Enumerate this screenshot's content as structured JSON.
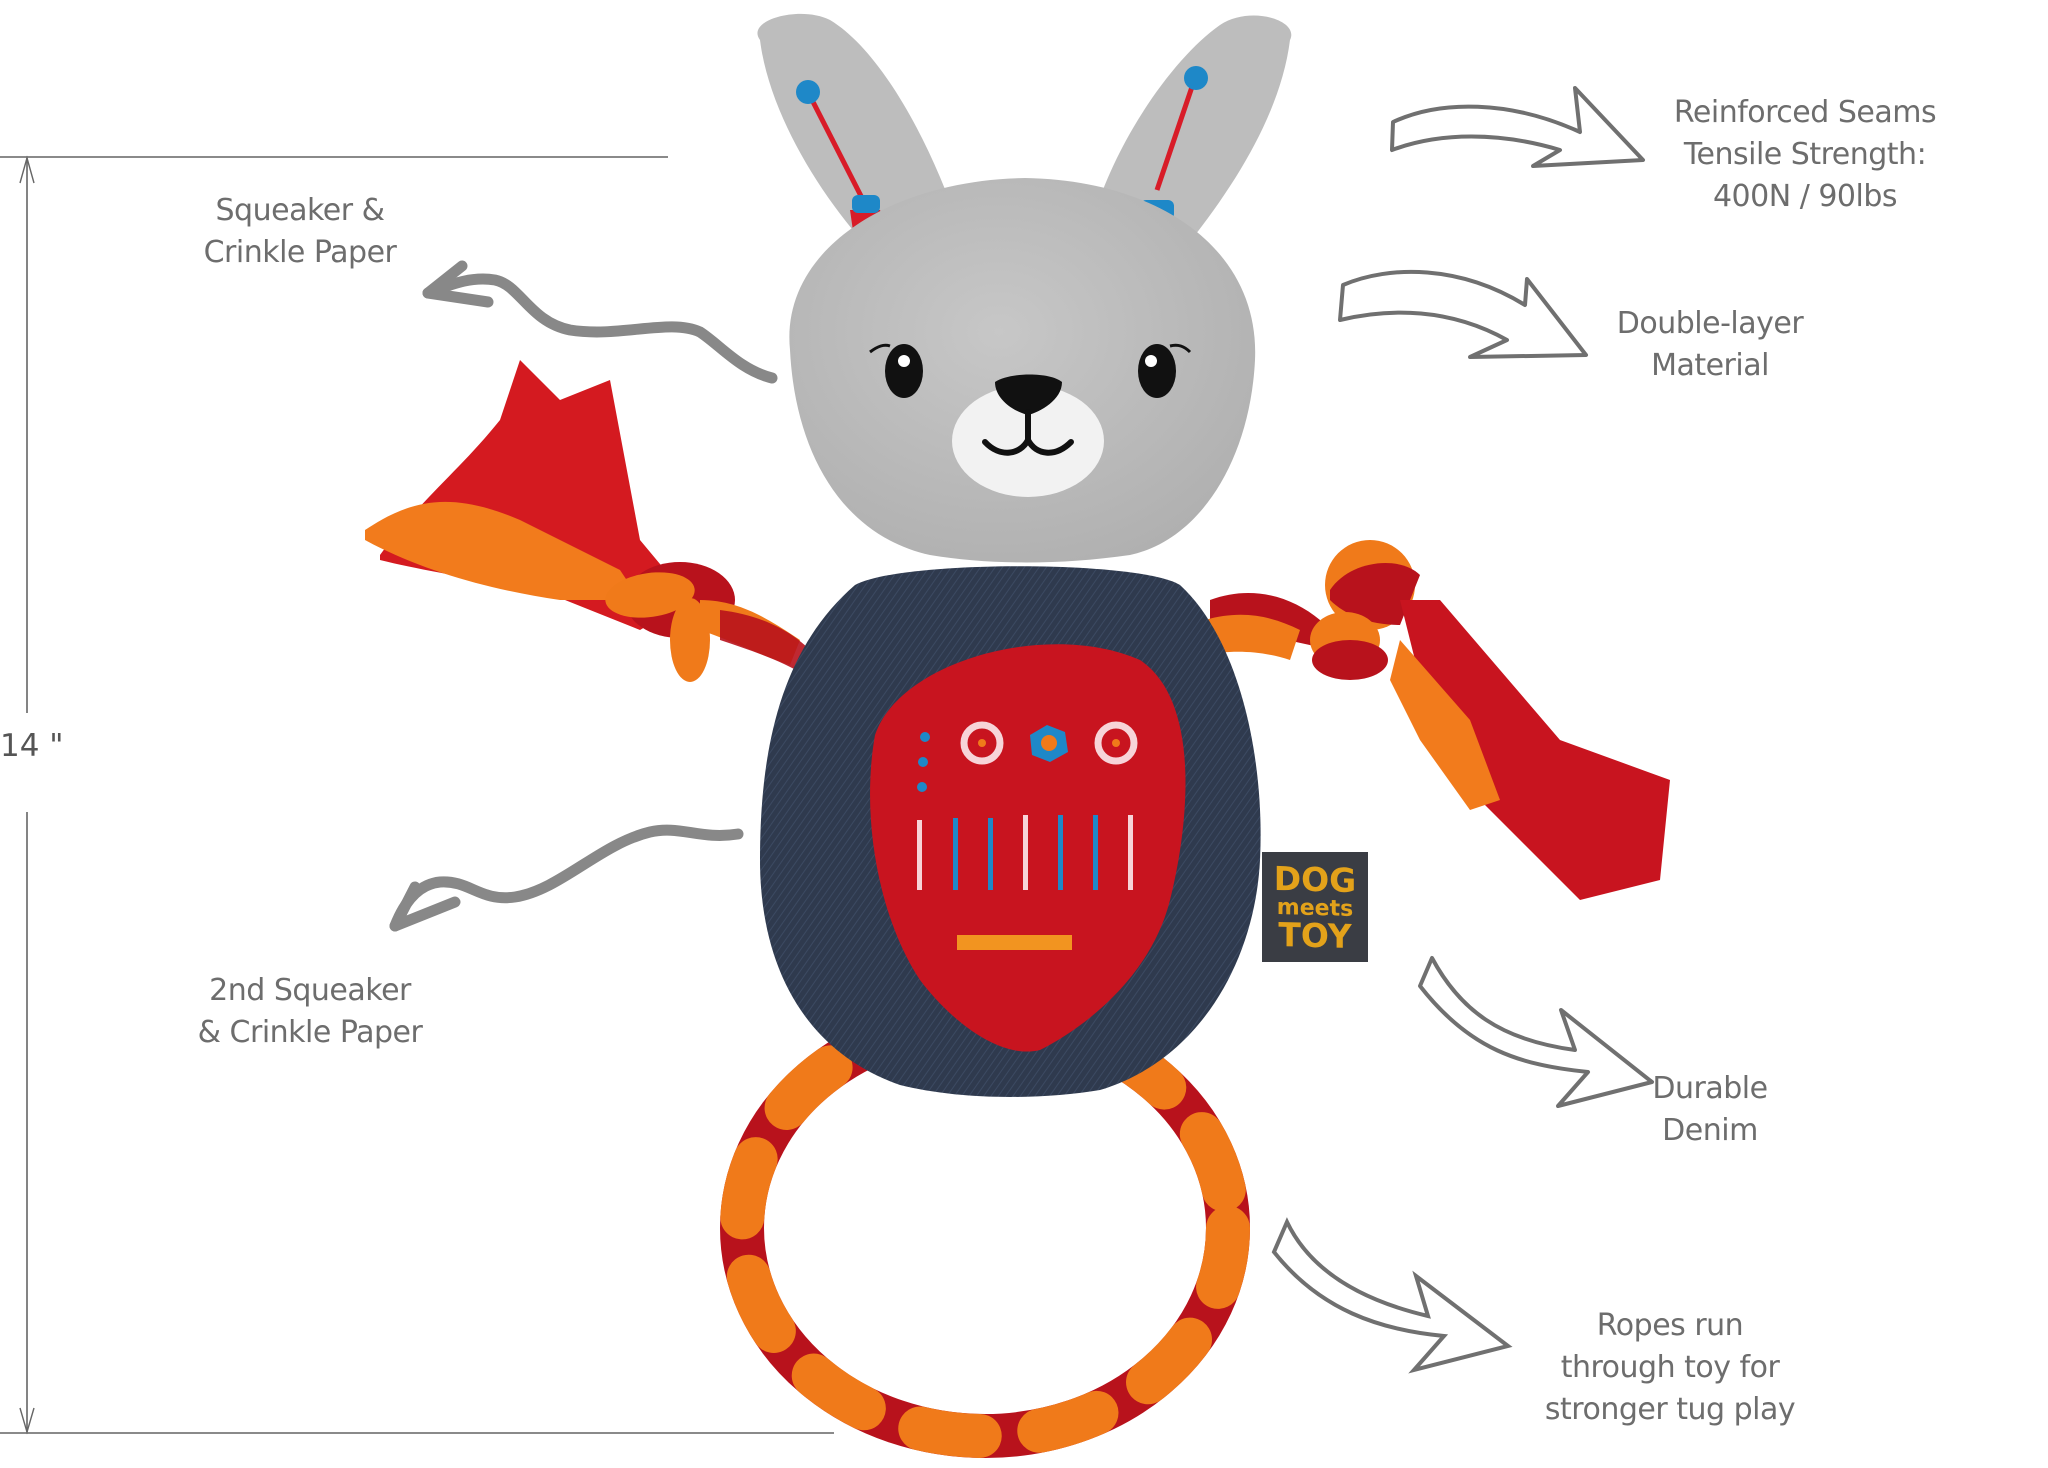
{
  "product": {
    "brand_tag": {
      "line1": "DOG",
      "line2": "meets",
      "line3": "TOY"
    },
    "colors": {
      "plush_gray": "#bdbdbd",
      "denim": "#2f3a4e",
      "panel_red": "#c8141f",
      "rope_red": "#b8121c",
      "rope_orange": "#f07a1a",
      "accent_blue": "#1e88c8",
      "label_gray": "#6d6d6d",
      "tag_bg": "#3a3d44",
      "tag_text": "#e3a21a"
    }
  },
  "dimension": {
    "height_label": "14 \""
  },
  "callouts": {
    "left_top": {
      "line1": "Squeaker &",
      "line2": "Crinkle Paper"
    },
    "left_bottom": {
      "line1": "2nd Squeaker",
      "line2": "& Crinkle Paper"
    },
    "right_1": {
      "line1": "Reinforced Seams",
      "line2": "Tensile Strength:",
      "line3": "400N / 90lbs"
    },
    "right_2": {
      "line1": "Double-layer",
      "line2": "Material"
    },
    "right_3": {
      "line1": "Durable",
      "line2": "Denim"
    },
    "right_4": {
      "line1": "Ropes run",
      "line2": "through toy for",
      "line3": "stronger tug play"
    }
  }
}
